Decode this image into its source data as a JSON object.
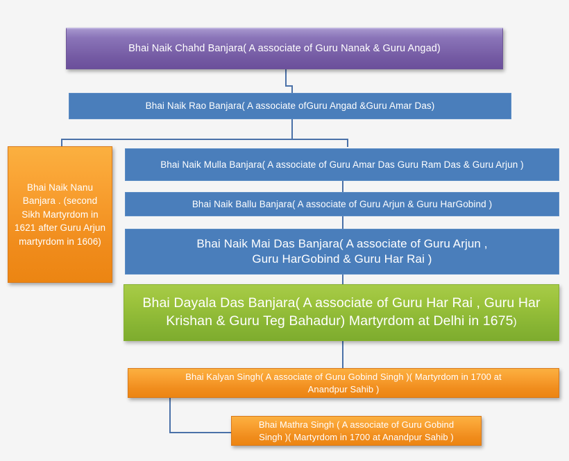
{
  "diagram": {
    "title": "Bhai Naik Banjara lineage chart",
    "background_color": "#f5f5f5",
    "connector_color": "#4a71a8",
    "nodes": [
      {
        "id": "chahd",
        "name": "bhai-naik-chahd-banjara",
        "color_style": "purple",
        "accent_color": "#7a5fa8",
        "lines": [
          "Bhai Naik Chahd Banjara(  A associate of Guru Nanak & Guru Angad)"
        ]
      },
      {
        "id": "rao",
        "name": "bhai-naik-rao-banjara",
        "color_style": "blue",
        "accent_color": "#4a7ebb",
        "lines": [
          "Bhai Naik Rao Banjara(  A associate ofGuru Angad &Guru Amar Das)"
        ]
      },
      {
        "id": "nanu",
        "name": "bhai-naik-nanu-banjara",
        "color_style": "orange",
        "accent_color": "#f49a28",
        "lines": [
          "Bhai Naik Nanu Banjara . (second Sikh Martyrdom in 1621 after Guru Arjun  martyrdom in 1606)"
        ]
      },
      {
        "id": "mulla",
        "name": "bhai-naik-mulla-banjara",
        "color_style": "blue",
        "accent_color": "#4a7ebb",
        "lines": [
          "Bhai Naik Mulla Banjara(  A associate of Guru Amar Das  Guru Ram Das & Guru Arjun  )"
        ]
      },
      {
        "id": "ballu",
        "name": "bhai-naik-ballu-banjara",
        "color_style": "blue",
        "accent_color": "#4a7ebb",
        "lines": [
          "Bhai Naik Ballu  Banjara(  A associate of Guru Arjun  & Guru HarGobind  )"
        ]
      },
      {
        "id": "maidas",
        "name": "bhai-naik-mai-das-banjara",
        "color_style": "blue",
        "accent_color": "#4a7ebb",
        "lines": [
          "Bhai Naik Mai Das Banjara(  A associate of Guru Arjun  ,",
          "Guru HarGobind & Guru Har Rai  )"
        ]
      },
      {
        "id": "dayala",
        "name": "bhai-dayala-das-banjara",
        "color_style": "green",
        "accent_color": "#92bd37",
        "lines": [
          "Bhai Dayala  Das  Banjara(  A associate of Guru Har Rai , Guru Har",
          "Krishan & Guru Teg Bahadur)  Martyrdom at Delhi in 1675"
        ],
        "trailing_small": ")"
      },
      {
        "id": "kalyan",
        "name": "bhai-kalyan-singh",
        "color_style": "orange",
        "accent_color": "#f49a28",
        "lines": [
          "Bhai Kalyan Singh(  A associate of Guru  Gobind Singh )( Martyrdom in 1700 at",
          "Anandpur Sahib )"
        ]
      },
      {
        "id": "mathra",
        "name": "bhai-mathra-singh",
        "color_style": "orange",
        "accent_color": "#f49a28",
        "lines": [
          "Bhai Mathra Singh (  A associate of Guru  Gobind",
          "Singh )( Martyrdom in 1700 at Anandpur Sahib )"
        ]
      }
    ]
  }
}
